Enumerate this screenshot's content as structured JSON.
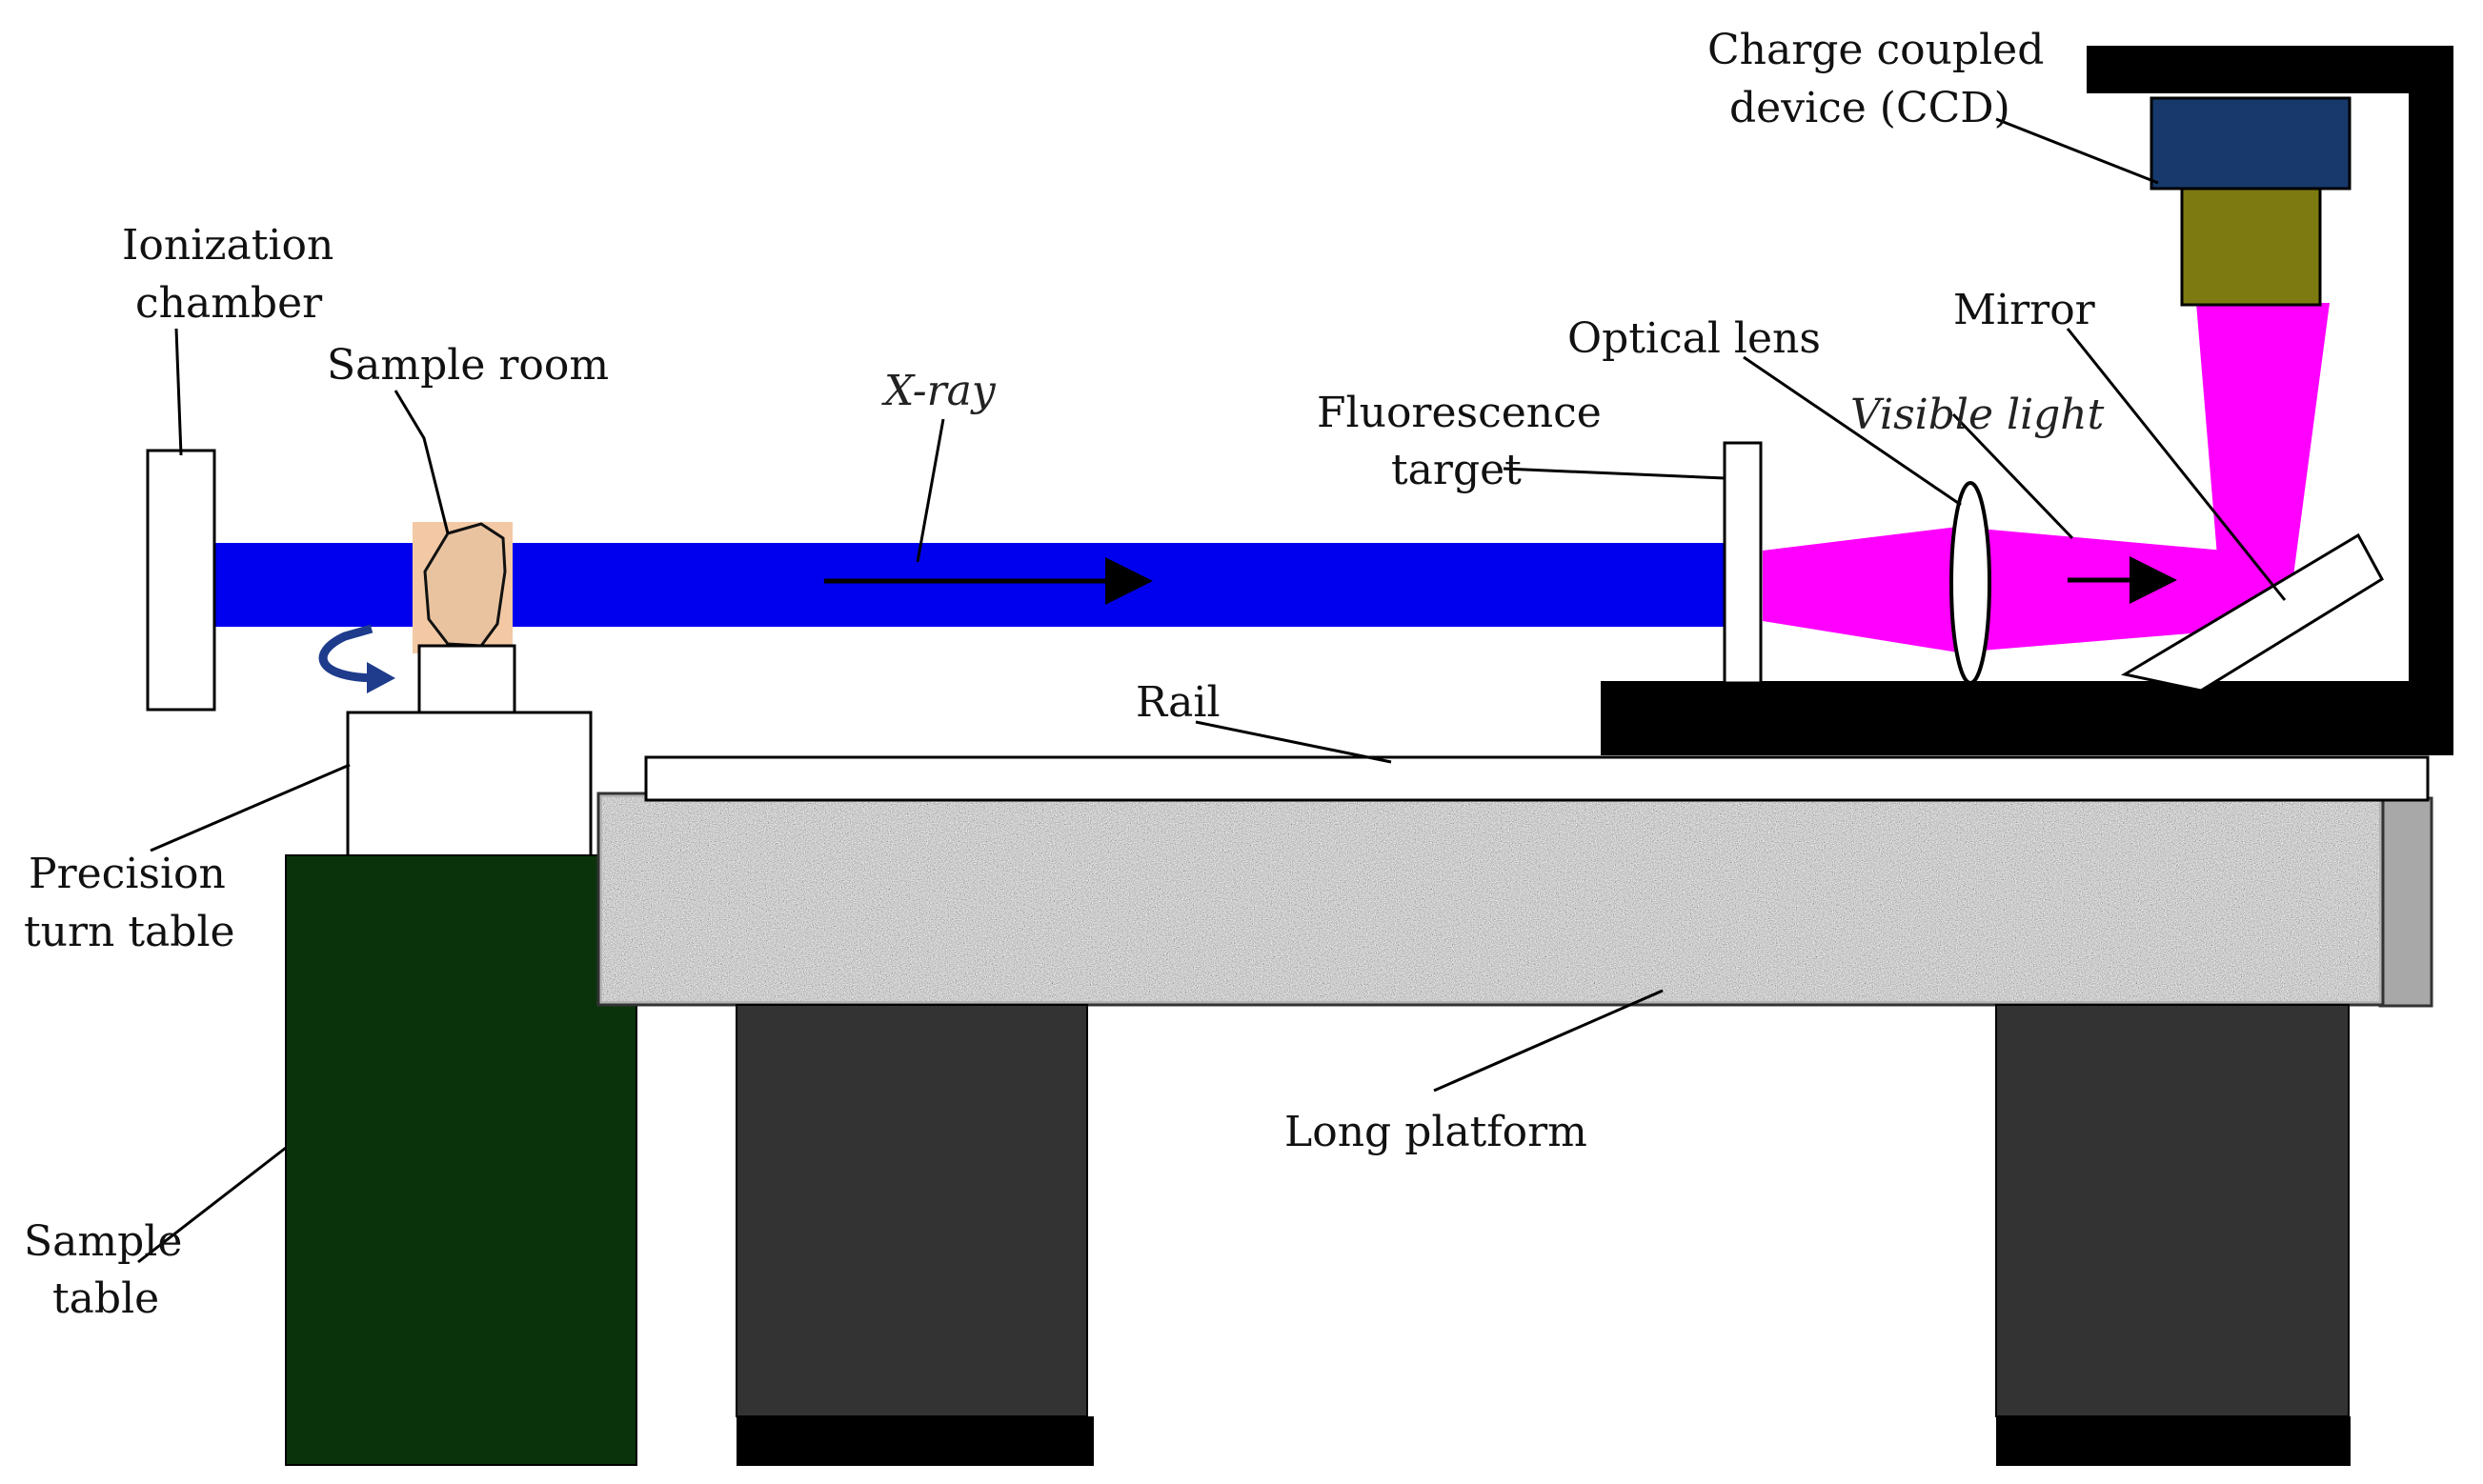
{
  "labels": {
    "ionization_chamber": [
      "Ionization",
      "chamber"
    ],
    "sample_room": "Sample room",
    "xray": "X-ray",
    "fluorescence_target": [
      "Fluorescence",
      "target"
    ],
    "optical_lens": "Optical lens",
    "visible_light": "Visible light",
    "mirror": "Mirror",
    "ccd": [
      "Charge coupled",
      "device (CCD)"
    ],
    "rail": "Rail",
    "precision_turn_table": [
      "Precision",
      "turn table"
    ],
    "long_platform": "Long platform",
    "sample_table": [
      "Sample",
      "table"
    ]
  },
  "colors": {
    "xray_beam": "#0000ee",
    "visible_light": "#ff00ff",
    "ccd_top": "#17396b",
    "ccd_lens": "#7e7a12",
    "sample_table": "#0b330b",
    "platform_legs": "#333333",
    "platform_granite": "#b5b5b5",
    "sample": "#e9c3a0",
    "sample_room": "#f2c9a4",
    "rotation_arrow": "#1e3b8c"
  }
}
